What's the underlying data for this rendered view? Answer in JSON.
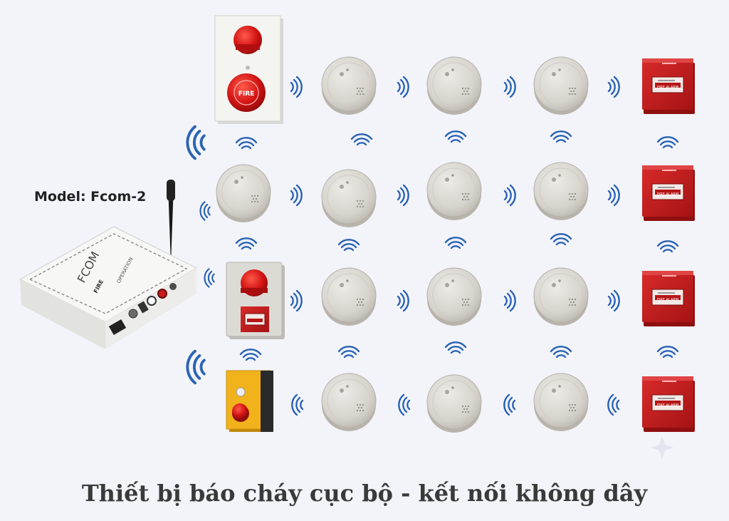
{
  "model_label": "Model: Fcom-2",
  "caption": "Thiết bị báo cháy cục bộ - kết nối không dây",
  "controller": {
    "brand": "FCOM",
    "panel_text": "OPERATION",
    "logo": "FIRE"
  },
  "device_labels": {
    "bell_button": "FIRE",
    "call_point_text": "FIRE ALARM"
  },
  "colors": {
    "background": "#f3f4fa",
    "signal": "#2a63b3",
    "detector": "#d9d6d0",
    "call_point": "#c21a1c",
    "alarm_red": "#d01010",
    "emergency_yellow": "#f2b21c"
  }
}
